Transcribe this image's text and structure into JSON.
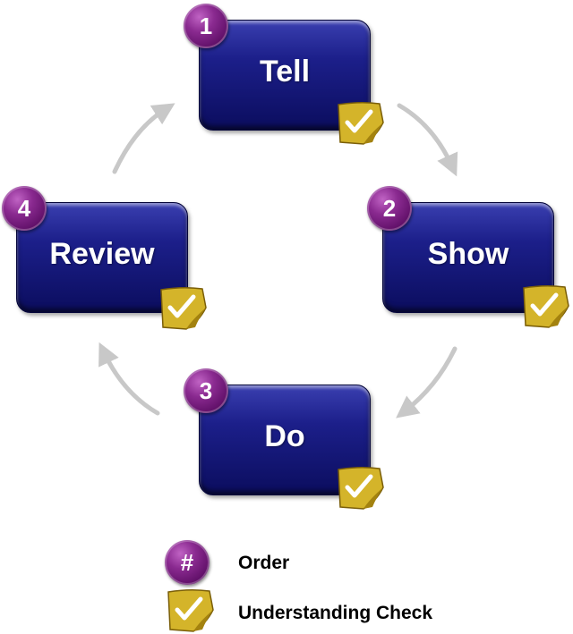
{
  "steps": [
    {
      "number": "1",
      "label": "Tell"
    },
    {
      "number": "2",
      "label": "Show"
    },
    {
      "number": "3",
      "label": "Do"
    },
    {
      "number": "4",
      "label": "Review"
    }
  ],
  "legend": {
    "order_symbol": "#",
    "order_label": "Order",
    "check_label": "Understanding Check"
  },
  "colors": {
    "box": "#1c1f8a",
    "badge": "#7a1f82",
    "check": "#d4b42a",
    "arrow": "#c8c8c8"
  },
  "icons": {
    "step_badge": "number-circle-icon",
    "check": "check-note-icon",
    "cycle_arrow": "curved-arrow-icon"
  }
}
